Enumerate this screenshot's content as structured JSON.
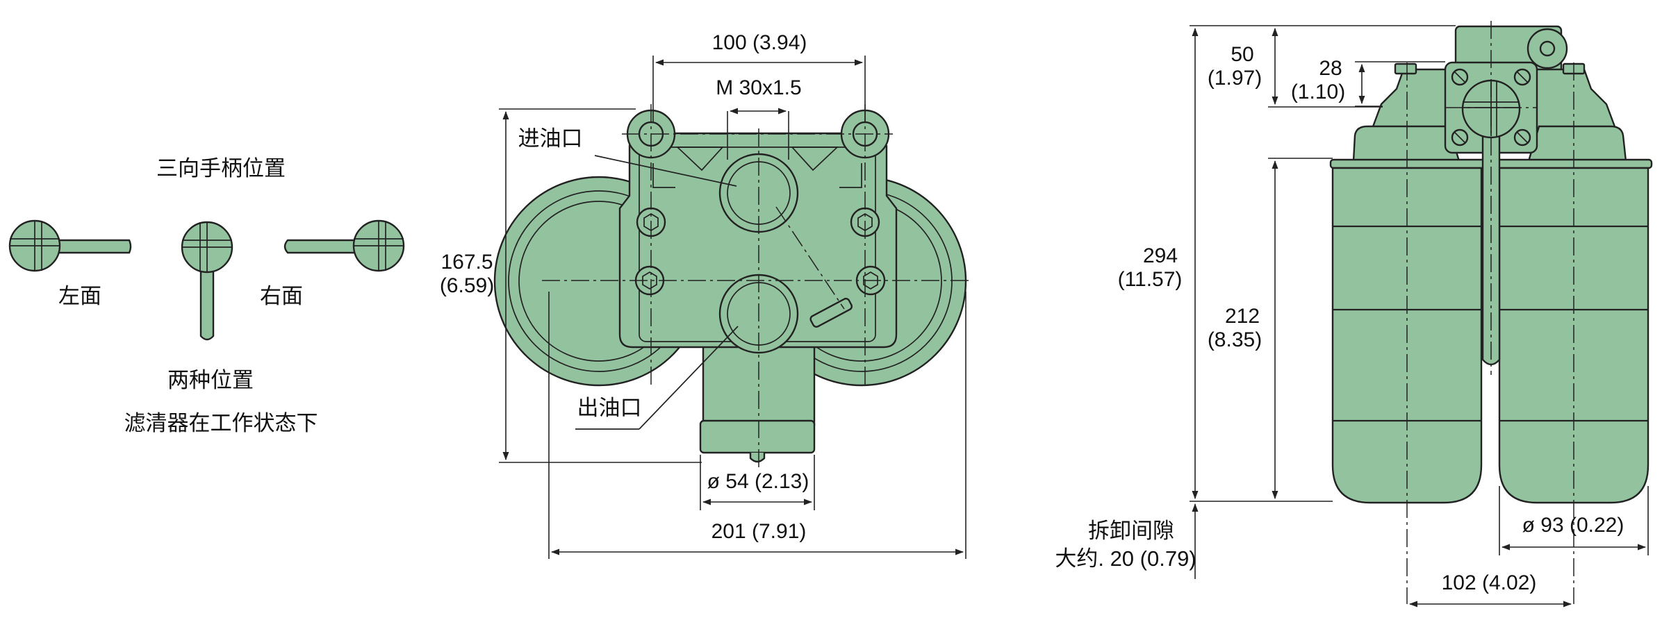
{
  "colors": {
    "body": "#93c29e",
    "line": "#222222",
    "background": "#ffffff"
  },
  "handle": {
    "title": "三向手柄位置",
    "left": "左面",
    "right": "右面",
    "note1": "两种位置",
    "note2": "滤清器在工作状态下"
  },
  "front": {
    "dim_top": "100 (3.94)",
    "thread": "M 30x1.5",
    "inlet": "进油口",
    "outlet": "出油口",
    "height1": "167.5",
    "height2": "(6.59)",
    "dia": "ø 54 (2.13)",
    "width": "201 (7.91)"
  },
  "side": {
    "d50a": "50",
    "d50b": "(1.97)",
    "d28a": "28",
    "d28b": "(1.10)",
    "d294a": "294",
    "d294b": "(11.57)",
    "d212a": "212",
    "d212b": "(8.35)",
    "clear1": "拆卸间隙",
    "clear2": "大约. 20 (0.79)",
    "dia93": "ø 93 (0.22)",
    "w102": "102 (4.02)"
  }
}
